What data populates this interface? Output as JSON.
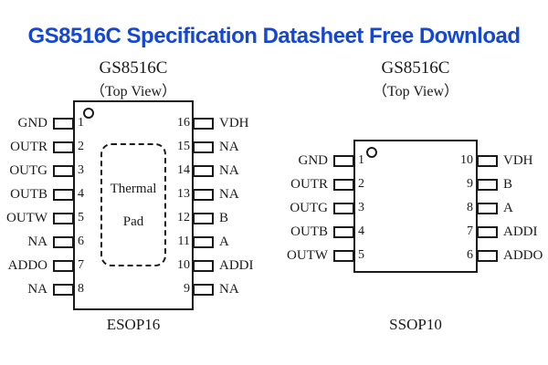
{
  "title": "GS8516C Specification Datasheet Free Download",
  "title_color": "#1547d3",
  "ink_color": "#1a1a1a",
  "chips": [
    {
      "name": "GS8516C",
      "view": "（Top View）",
      "package": "ESOP16",
      "thermal_pad_line1": "Thermal",
      "thermal_pad_line2": "Pad",
      "left_pins": [
        {
          "num": "1",
          "label": "GND"
        },
        {
          "num": "2",
          "label": "OUTR"
        },
        {
          "num": "3",
          "label": "OUTG"
        },
        {
          "num": "4",
          "label": "OUTB"
        },
        {
          "num": "5",
          "label": "OUTW"
        },
        {
          "num": "6",
          "label": "NA"
        },
        {
          "num": "7",
          "label": "ADDO"
        },
        {
          "num": "8",
          "label": "NA"
        }
      ],
      "right_pins": [
        {
          "num": "16",
          "label": "VDH"
        },
        {
          "num": "15",
          "label": "NA"
        },
        {
          "num": "14",
          "label": "NA"
        },
        {
          "num": "13",
          "label": "NA"
        },
        {
          "num": "12",
          "label": "B"
        },
        {
          "num": "11",
          "label": "A"
        },
        {
          "num": "10",
          "label": "ADDI"
        },
        {
          "num": "9",
          "label": "NA"
        }
      ]
    },
    {
      "name": "GS8516C",
      "view": "（Top View）",
      "package": "SSOP10",
      "left_pins": [
        {
          "num": "1",
          "label": "GND"
        },
        {
          "num": "2",
          "label": "OUTR"
        },
        {
          "num": "3",
          "label": "OUTG"
        },
        {
          "num": "4",
          "label": "OUTB"
        },
        {
          "num": "5",
          "label": "OUTW"
        }
      ],
      "right_pins": [
        {
          "num": "10",
          "label": "VDH"
        },
        {
          "num": "9",
          "label": "B"
        },
        {
          "num": "8",
          "label": "A"
        },
        {
          "num": "7",
          "label": "ADDI"
        },
        {
          "num": "6",
          "label": "ADDO"
        }
      ]
    }
  ]
}
